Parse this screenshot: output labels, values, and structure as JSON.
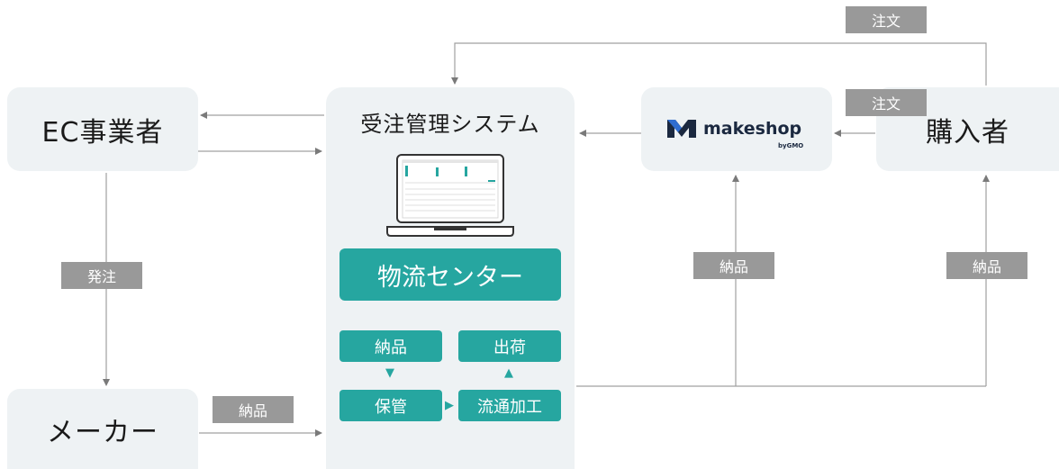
{
  "nodes": {
    "ec_operator": "EC事業者",
    "manufacturer": "メーカー",
    "oms": "受注管理システム",
    "makeshop": "makeshop",
    "makeshop_sub": "byGMO",
    "buyer": "購入者"
  },
  "logistics": {
    "center": "物流センター",
    "receiving": "納品",
    "shipping": "出荷",
    "storage": "保管",
    "processing": "流通加工"
  },
  "labels": {
    "order_top": "注文",
    "order_mid": "注文",
    "purchase_order": "発注",
    "delivery_manufacturer": "納品",
    "delivery_makeshop": "納品",
    "delivery_buyer": "納品"
  },
  "colors": {
    "teal": "#26a6a0",
    "box_bg": "#eef2f4",
    "tag_gray": "#999999",
    "line_gray": "#9a9a9a"
  }
}
